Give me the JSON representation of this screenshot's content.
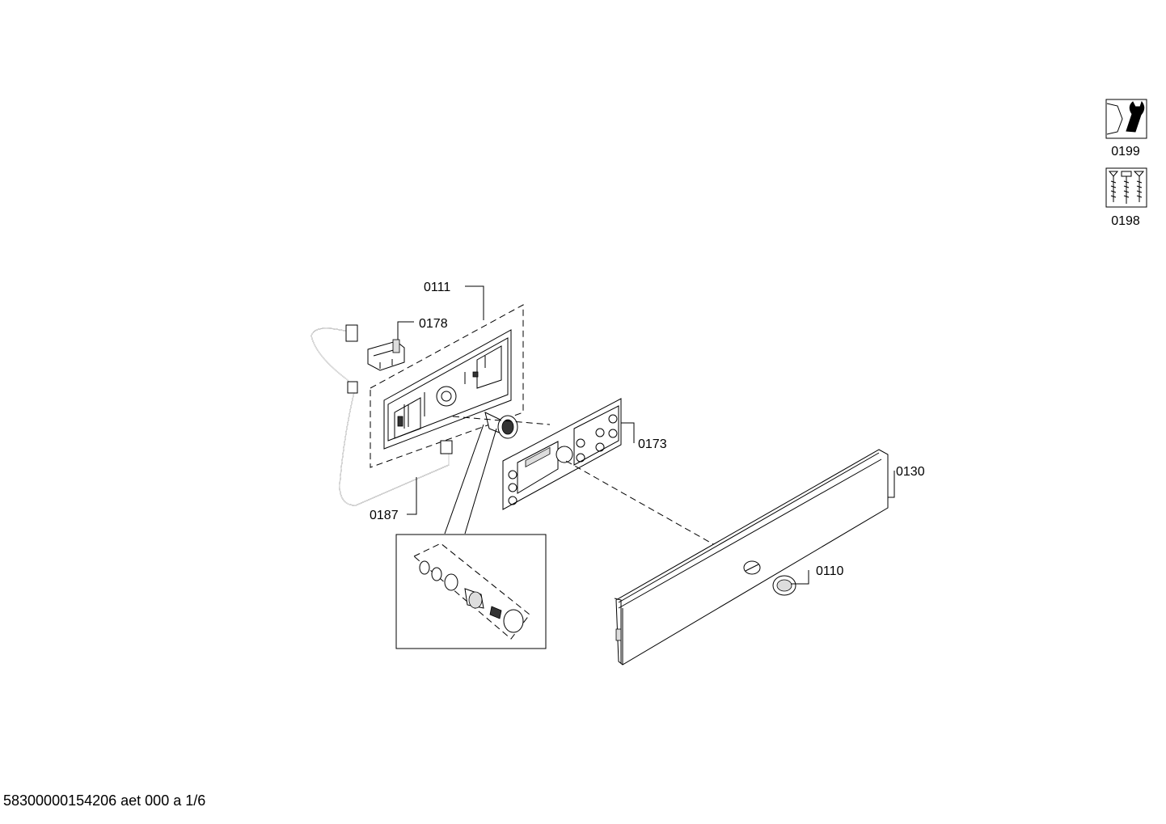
{
  "icons": [
    {
      "id": "wrench-tool",
      "label": "0199",
      "icon": "wrench-icon"
    },
    {
      "id": "screw-set",
      "label": "0198",
      "icon": "screws-icon"
    }
  ],
  "labels": {
    "p0111": "0111",
    "p0178": "0178",
    "p0173": "0173",
    "p0130": "0130",
    "p0110": "0110",
    "p0187": "0187"
  },
  "footer": "58300000154206 aet 000 a 1/6"
}
